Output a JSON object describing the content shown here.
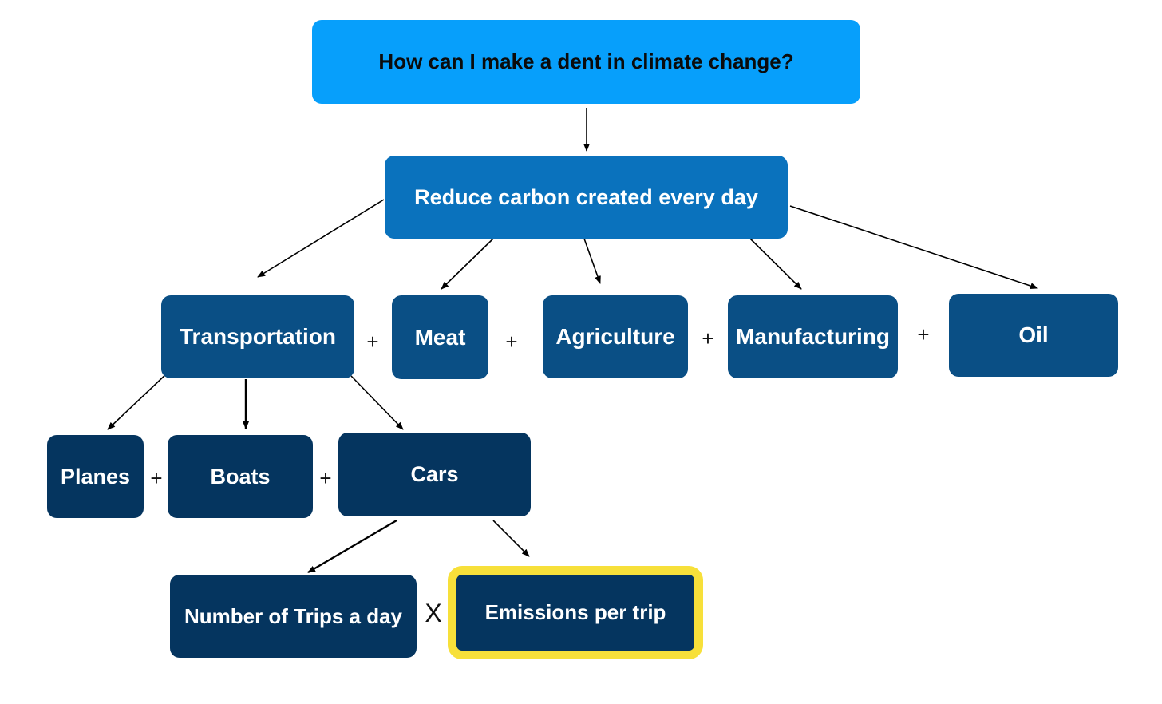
{
  "question": "How can I make a dent in climate change?",
  "goal": "Reduce carbon created every day",
  "categories": [
    "Transportation",
    "Meat",
    "Agriculture",
    "Manufacturing",
    "Oil"
  ],
  "transport_modes": [
    "Planes",
    "Boats",
    "Cars"
  ],
  "factors": [
    "Number of Trips a day",
    "Emissions per trip"
  ],
  "operators": {
    "plus": "+",
    "times": "X"
  },
  "colors": {
    "root": "#079ffb",
    "level1": "#0a72bd",
    "level2": "#0a4f85",
    "level3": "#05355f",
    "highlight_border": "#f7e03a"
  }
}
